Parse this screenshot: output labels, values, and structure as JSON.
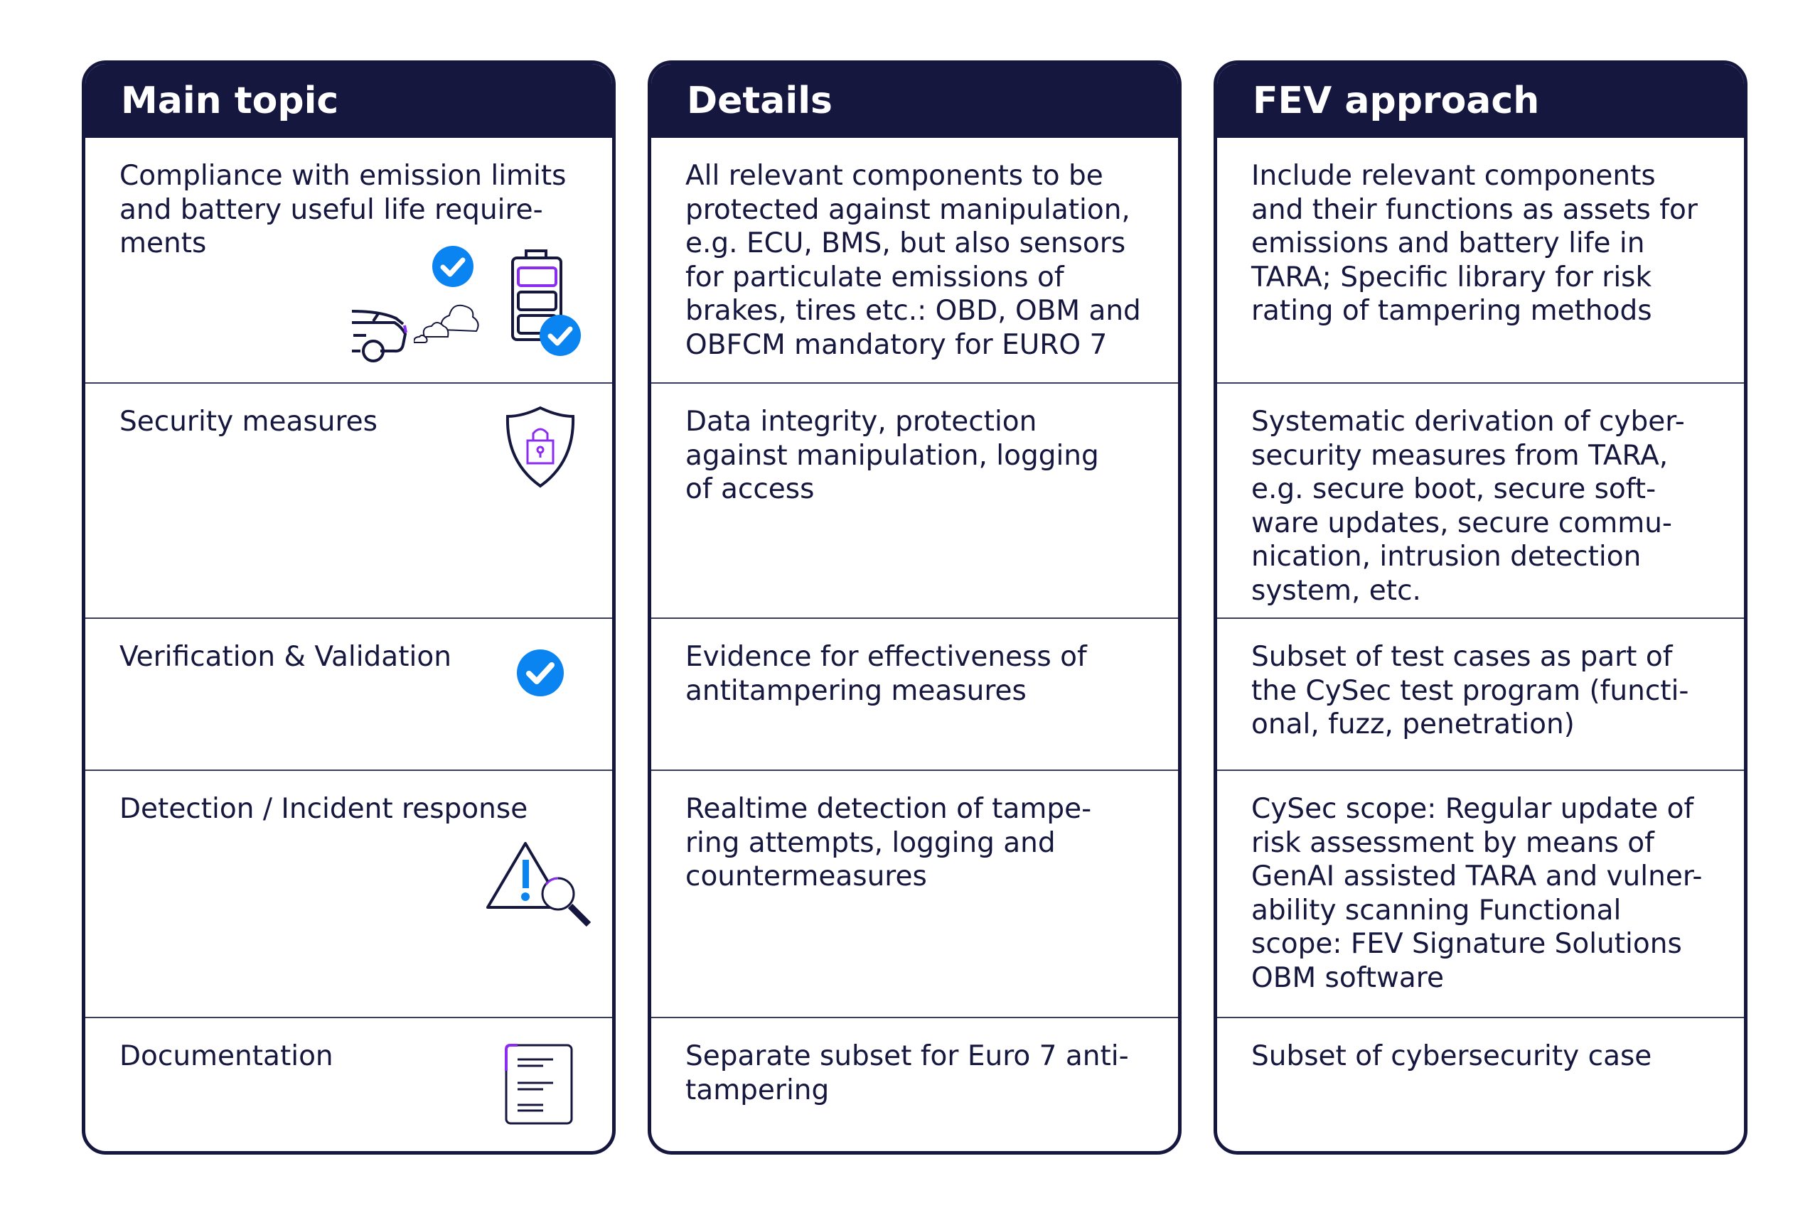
{
  "columns": [
    {
      "header": "Main topic",
      "rows": [
        "Compliance with emission limits\nand battery useful life require-\nments",
        "Security measures",
        "Verification & Validation",
        "Detection / Incident response",
        "Documentation"
      ]
    },
    {
      "header": "Details",
      "rows": [
        "All relevant components to be\nprotected against manipulation,\ne.g. ECU, BMS, but also sensors\nfor particulate emissions of\nbrakes, tires etc.: OBD, OBM and\nOBFCM mandatory for EURO 7",
        "Data integrity, protection\nagainst manipulation, logging\nof access",
        "Evidence for effectiveness of\nantitampering measures",
        "Realtime detection of tampe-\nring attempts, logging and\ncountermeasures",
        "Separate subset for Euro 7 anti-\ntampering"
      ]
    },
    {
      "header": "FEV approach",
      "rows": [
        "Include relevant components\nand their functions as assets for\nemissions and battery life in\nTARA; Specific library for risk\nrating of tampering methods",
        "Systematic derivation of cyber-\nsecurity measures from TARA,\ne.g. secure boot, secure soft-\nware updates, secure commu-\nnication, intrusion detection\nsystem, etc.",
        "Subset of test cases as part of\nthe CySec test program (functi-\nonal, fuzz, penetration)",
        "CySec scope: Regular update of\nrisk assessment by means of\nGenAI assisted TARA and vulner-\nability scanning Functional\nscope: FEV Signature Solutions\nOBM software",
        "Subset of cybersecurity case"
      ]
    }
  ],
  "colors": {
    "navy": "#15173f",
    "blue": "#0a84f0",
    "purple": "#8a2cf2"
  }
}
